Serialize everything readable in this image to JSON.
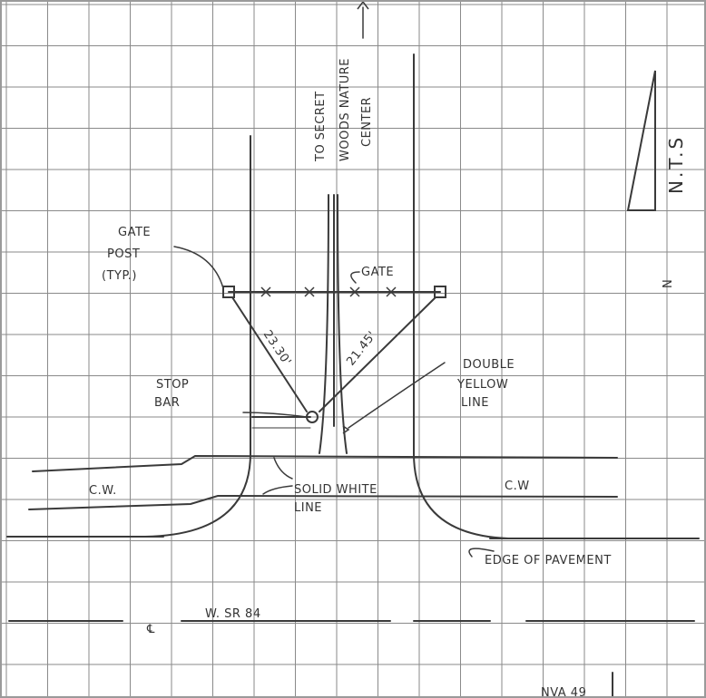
{
  "sketch": {
    "road_note": "TO SECRET WOODS NATURE CENTER",
    "road_note_lines": [
      "TO SECRET",
      "WOODS NATURE",
      "CENTER"
    ],
    "scale_note": "N.T.S",
    "north_arrow_label": "N",
    "gate_post_label_lines": [
      "GATE",
      "POST",
      "(TYP.)"
    ],
    "gate_label": "GATE",
    "dimension_left": "23.30'",
    "dimension_right": "21.45'",
    "stop_bar_label_lines": [
      "STOP",
      "BAR"
    ],
    "double_yellow_label_lines": [
      "DOUBLE",
      "YELLOW",
      "LINE"
    ],
    "crosswalk_left": "C.W.",
    "crosswalk_right": "C.W",
    "solid_white_label_lines": [
      "SOLID WHITE",
      "LINE"
    ],
    "edge_label": "EDGE OF PAVEMENT",
    "centerline_symbol": "℄",
    "road_name": "W. SR 84",
    "sheet_id": "NVA 49"
  },
  "colors": {
    "paper": "#ffffff",
    "grid": "#7a7a7a",
    "ink": "#333333"
  }
}
